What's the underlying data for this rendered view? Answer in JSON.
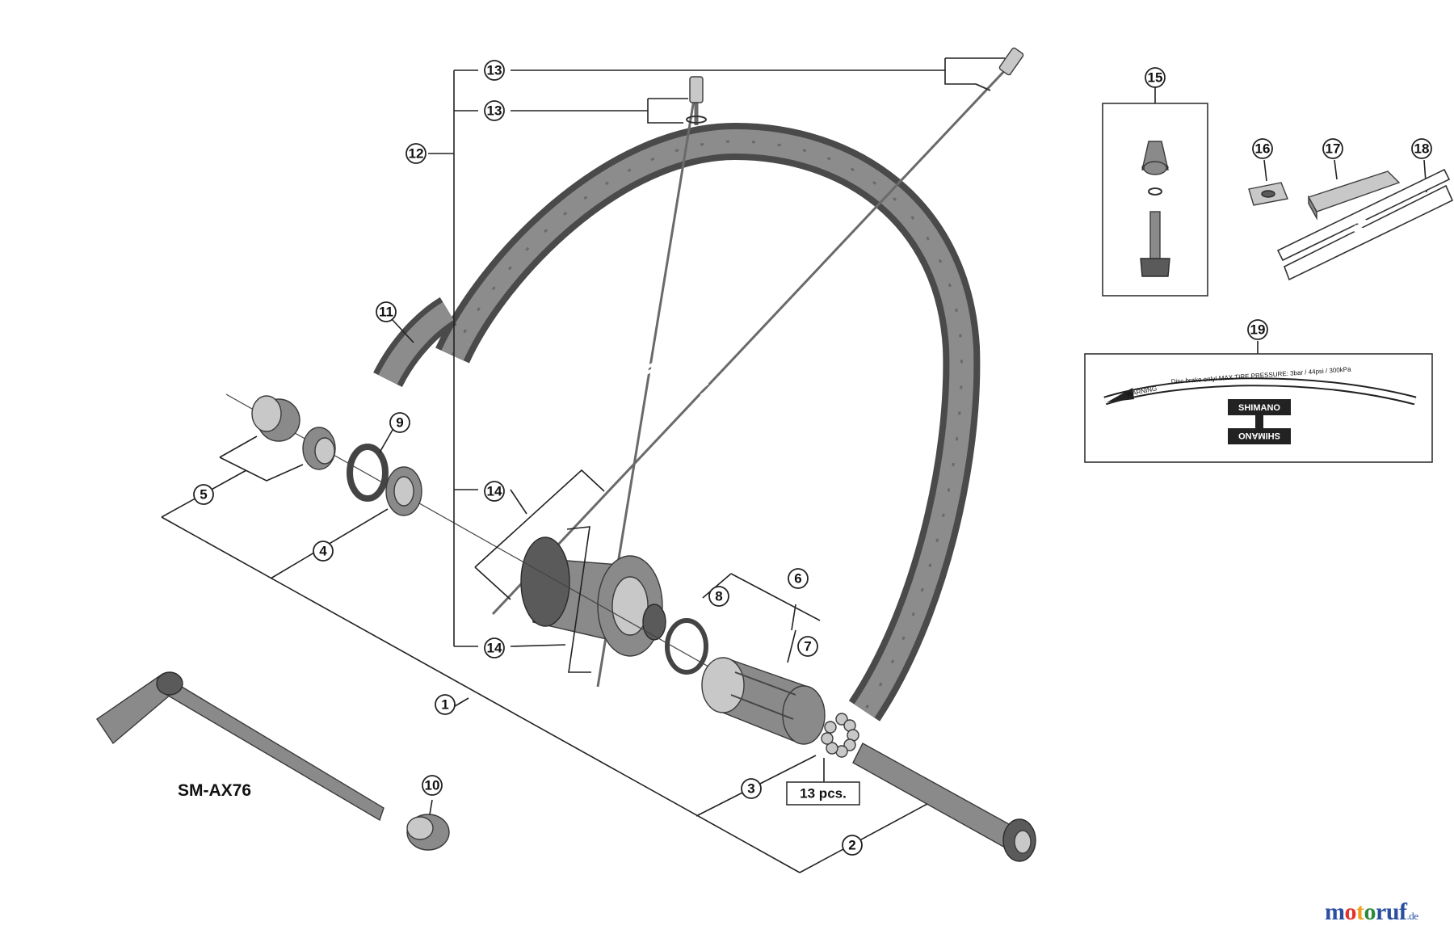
{
  "callouts": {
    "c1": "1",
    "c2": "2",
    "c3": "3",
    "c4": "4",
    "c5": "5",
    "c6": "6",
    "c7": "7",
    "c8": "8",
    "c9": "9",
    "c10": "10",
    "c11": "11",
    "c12": "12",
    "c13a": "13",
    "c13b": "13",
    "c14a": "14",
    "c14b": "14",
    "c15": "15",
    "c16": "16",
    "c17": "17",
    "c18": "18",
    "c19": "19"
  },
  "labels": {
    "model": "SM-AX76",
    "quantity": "13 pcs."
  },
  "sticker": {
    "line1": "WARNING",
    "line2": "Disc brake only!  MAX.TIRE PRESSURE: 3bar / 44psi / 300kPa",
    "logo": "SHIMANO"
  },
  "watermark": {
    "brand_part1": "m",
    "brand_part2": "o",
    "brand_part3": "t",
    "brand_part4": "o",
    "brand_part5": "ruf",
    "tld": ".de"
  },
  "colors": {
    "ink": "#222222",
    "part_gray": "#8a8a8a",
    "watermark_blue": "#2b4fa0",
    "watermark_red": "#e2342b",
    "watermark_orange": "#f0a020",
    "watermark_green": "#2b8a3e"
  }
}
